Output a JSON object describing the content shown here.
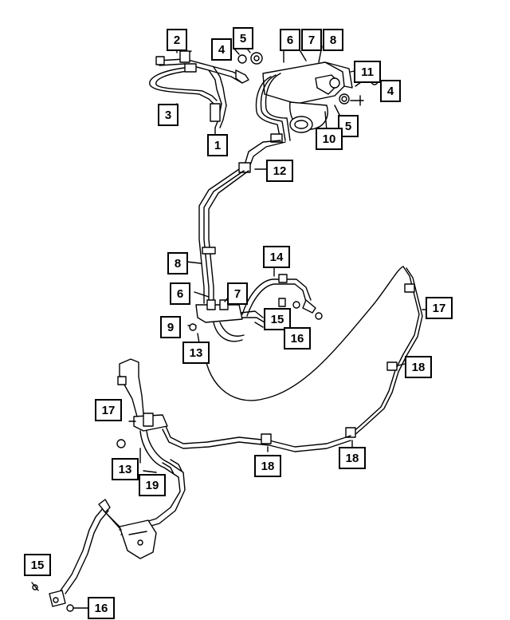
{
  "callouts": {
    "c1": "1",
    "c2": "2",
    "c3": "3",
    "c4a": "4",
    "c5a": "5",
    "c6a": "6",
    "c7a": "7",
    "c8a": "8",
    "c11": "11",
    "c4b": "4",
    "c5b": "5",
    "c10": "10",
    "c12": "12",
    "c14": "14",
    "c8b": "8",
    "c6b": "6",
    "c7b": "7",
    "c15a": "15",
    "c16a": "16",
    "c9": "9",
    "c13a": "13",
    "c17a": "17",
    "c18a": "18",
    "c17b": "17",
    "c13b": "13",
    "c19": "19",
    "c18b": "18",
    "c18c": "18",
    "c15b": "15",
    "c16b": "16"
  },
  "colors": {
    "line": "#000000",
    "background": "#ffffff"
  }
}
